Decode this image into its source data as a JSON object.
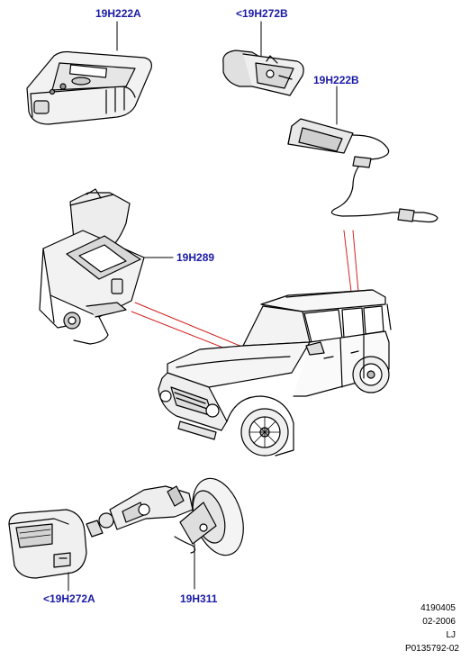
{
  "callouts": {
    "gps_unit": "19H222A",
    "holder_top": "<19H272B",
    "antenna": "19H222B",
    "dock": "19H289",
    "holder_bottom": "<19H272A",
    "suction_mount": "19H311"
  },
  "footer": {
    "ref_number": "4190405",
    "date": "02-2006",
    "code": "LJ",
    "part_ref": "P0135792-02"
  },
  "colors": {
    "callout_text": "#1a1aa6",
    "leader_line": "#000000",
    "location_line": "#d42020",
    "drawing_stroke": "#000000"
  }
}
